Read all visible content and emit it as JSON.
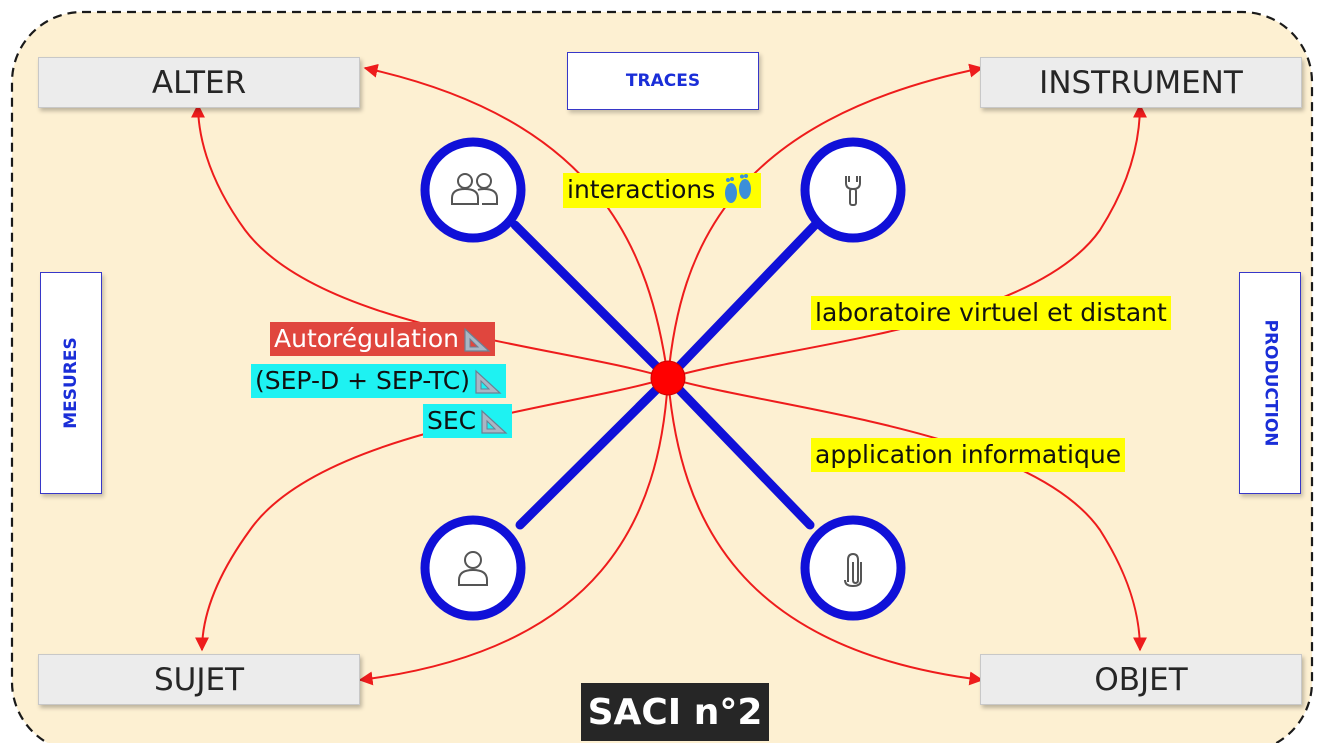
{
  "title": "SACI n°2",
  "poles": {
    "alter": "ALTER",
    "instrument": "INSTRUMENT",
    "sujet": "SUJET",
    "objet": "OBJET"
  },
  "dimensions": {
    "top": "TRACES",
    "left": "MESURES",
    "right": "PRODUCTION"
  },
  "labels": {
    "interactions": "interactions",
    "laboratoire": "laboratoire virtuel et distant",
    "application": "application informatique",
    "autoregulation": "Autorégulation",
    "sep": "(SEP-D + SEP-TC)",
    "sec": "SEC"
  },
  "icons": {
    "alter_node": "people-icon",
    "instrument_node": "wrench-icon",
    "sujet_node": "person-icon",
    "objet_node": "paperclip-icon",
    "footprints": "footprints-icon",
    "ruler": "triangle-ruler-icon"
  },
  "colors": {
    "background": "#fdf0d2",
    "spokes": "#1010d8",
    "arrows": "#ee1c1c",
    "center": "#ff0000",
    "highlight_yellow": "#ffff00",
    "highlight_red": "#e0463e",
    "highlight_cyan": "#1ef2f2"
  }
}
